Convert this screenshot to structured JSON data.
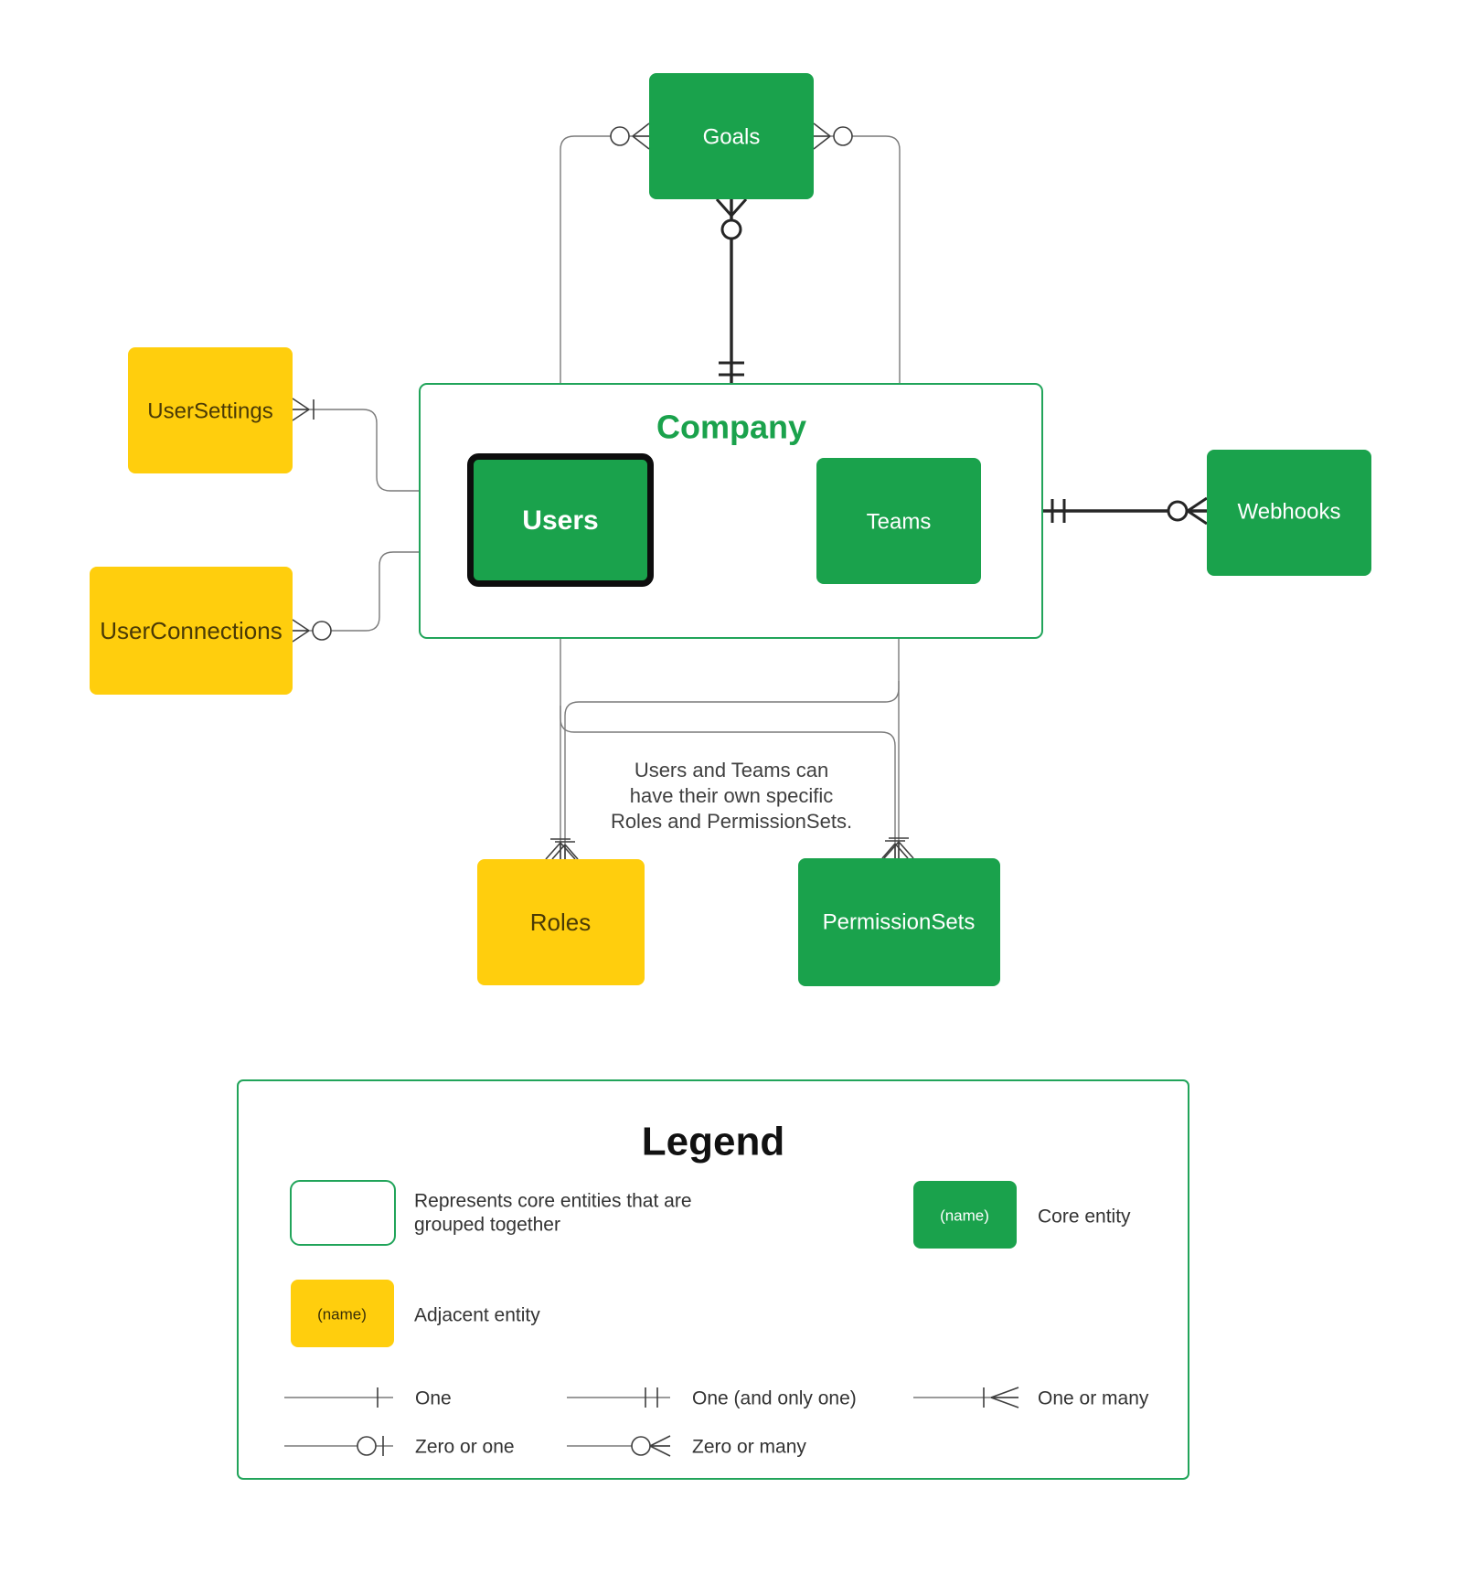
{
  "colors": {
    "green": "#1aa24c",
    "green-border": "#21a45a",
    "yellow": "#ffce0d",
    "yellow-text": "#4a3a06",
    "line": "#7a7a7a",
    "marker": "#3f3f3f",
    "thick": "#262626",
    "note-text": "#3f3f3f",
    "white": "#ffffff",
    "black-border": "#0d0d0d"
  },
  "entities": {
    "goals": {
      "label": "Goals",
      "type": "core"
    },
    "company": {
      "label": "Company",
      "type": "group"
    },
    "users": {
      "label": "Users",
      "type": "core"
    },
    "teams": {
      "label": "Teams",
      "type": "core"
    },
    "webhooks": {
      "label": "Webhooks",
      "type": "core"
    },
    "user_settings": {
      "label": "UserSettings",
      "type": "adjacent"
    },
    "user_connections": {
      "label": "UserConnections",
      "type": "adjacent"
    },
    "roles": {
      "label": "Roles",
      "type": "adjacent"
    },
    "permission_sets": {
      "label": "PermissionSets",
      "type": "core"
    }
  },
  "note": {
    "line1": "Users and Teams can",
    "line2": "have their own specific",
    "line3": "Roles and PermissionSets."
  },
  "relationships": [
    {
      "from": "Users",
      "to": "Goals",
      "from_cardinality": "zero or many",
      "to_cardinality": "zero or many"
    },
    {
      "from": "Teams",
      "to": "Goals",
      "from_cardinality": "zero or many",
      "to_cardinality": "zero or many"
    },
    {
      "from": "Company",
      "to": "Goals",
      "from_cardinality": "one (and only one)",
      "to_cardinality": "zero or many"
    },
    {
      "from": "UserSettings",
      "to": "Users",
      "from_cardinality": "one or many",
      "to_cardinality": "one or many"
    },
    {
      "from": "UserConnections",
      "to": "Users",
      "from_cardinality": "zero or many",
      "to_cardinality": "one or many"
    },
    {
      "from": "Users",
      "to": "Teams",
      "from_cardinality": "one or many",
      "to_cardinality": "zero or many"
    },
    {
      "from": "Company",
      "to": "Webhooks",
      "from_cardinality": "one (and only one)",
      "to_cardinality": "zero or many"
    },
    {
      "from": "Users",
      "to": "Roles",
      "from_cardinality": "one or many",
      "to_cardinality": "one or many"
    },
    {
      "from": "Teams",
      "to": "PermissionSets",
      "from_cardinality": "one or many",
      "to_cardinality": "one or many"
    },
    {
      "from": "Teams",
      "to": "Roles",
      "from_cardinality": "one or many",
      "to_cardinality": "one or many"
    },
    {
      "from": "Users",
      "to": "PermissionSets",
      "from_cardinality": "one or many",
      "to_cardinality": "one or many"
    }
  ],
  "legend": {
    "title": "Legend",
    "group_desc_line1": "Represents core entities that are",
    "group_desc_line2": "grouped together",
    "core_entity_label": "Core entity",
    "adjacent_entity_label": "Adjacent entity",
    "name_placeholder": "(name)",
    "cardinality": {
      "one": "One",
      "one_and_only_one": "One (and only one)",
      "one_or_many": "One or many",
      "zero_or_one": "Zero or one",
      "zero_or_many": "Zero or many"
    }
  }
}
